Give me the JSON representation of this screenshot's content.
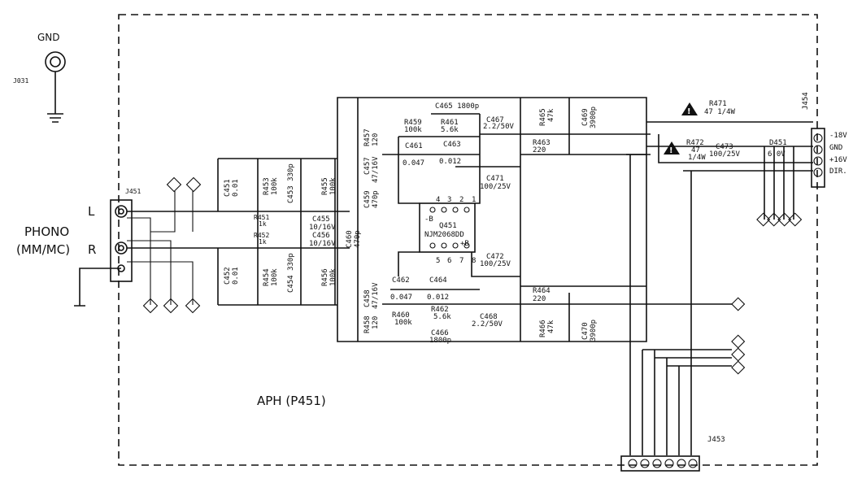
{
  "title": "APH (P451)",
  "gnd_terminal": {
    "label": "GND",
    "ref": "J031"
  },
  "phono": {
    "label": "PHONO",
    "sub": "(MM/MC)",
    "left": "L",
    "right": "R",
    "connector": "J451"
  },
  "connectors": {
    "out_top": "J454",
    "out_bottom": "J453"
  },
  "power_pins": [
    "-18V",
    "GND",
    "+16V",
    "DIR."
  ],
  "ic": {
    "ref": "Q451",
    "part": "NJM2068DD",
    "minus": "-B",
    "plus": "+B",
    "pins_top": [
      "4",
      "3",
      "2",
      "1"
    ],
    "pins_bottom": [
      "5",
      "6",
      "7",
      "8"
    ]
  },
  "components": {
    "C451": [
      "C451",
      "0.01"
    ],
    "C452": [
      "C452",
      "0.01"
    ],
    "R453": [
      "R453",
      "100k"
    ],
    "R454": [
      "R454",
      "100k"
    ],
    "C453": [
      "C453 330p"
    ],
    "C454": [
      "C454 330p"
    ],
    "R455": [
      "R455",
      "100k"
    ],
    "R456": [
      "R456",
      "100k"
    ],
    "R451": [
      "R451",
      "1k"
    ],
    "R452": [
      "R452",
      "1k"
    ],
    "C455": [
      "C455",
      "10/16V"
    ],
    "C456": [
      "C456",
      "10/16V"
    ],
    "C459": [
      "C459",
      "470p"
    ],
    "C460": [
      "C460",
      "470p"
    ],
    "R457": [
      "R457",
      "120"
    ],
    "C457": [
      "C457",
      "47/16V"
    ],
    "R458": [
      "R458",
      "120"
    ],
    "C458": [
      "C458",
      "47/16V"
    ],
    "R459": [
      "R459",
      "100k"
    ],
    "C465": [
      "C465 1800p"
    ],
    "R461": [
      "R461",
      "5.6k"
    ],
    "C461": [
      "C461",
      "0.047"
    ],
    "C463": [
      "C463",
      "0.012"
    ],
    "C467": [
      "C467",
      "2.2/50V"
    ],
    "R463": [
      "R463",
      "220"
    ],
    "R465": [
      "R465",
      "47k"
    ],
    "C469": [
      "C469",
      "3900p"
    ],
    "C471": [
      "C471",
      "100/25V"
    ],
    "R460": [
      "R460",
      "100k"
    ],
    "C462": [
      "C462",
      "0.047"
    ],
    "C464": [
      "C464",
      "0.012"
    ],
    "R462": [
      "R462",
      "5.6k"
    ],
    "C466": [
      "C466",
      "1800p"
    ],
    "C468": [
      "C468",
      "2.2/50V"
    ],
    "R464": [
      "R464",
      "220"
    ],
    "R466": [
      "R466",
      "47k"
    ],
    "C470": [
      "C470",
      "3900p"
    ],
    "C472": [
      "C472",
      "100/25V"
    ],
    "R471": [
      "R471",
      "47 1/4W"
    ],
    "R472": [
      "R472",
      "47",
      "1/4W"
    ],
    "C473": [
      "C473",
      "100/25V"
    ],
    "D451": [
      "D451",
      "6.0V"
    ]
  },
  "warning_symbol": "!"
}
